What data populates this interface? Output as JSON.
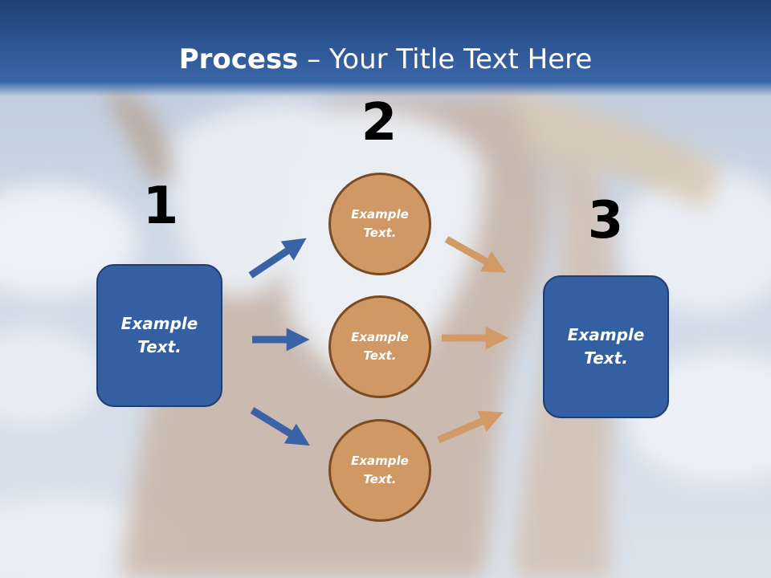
{
  "title": {
    "bold": "Process",
    "rest": " – Your Title Text Here"
  },
  "numbers": [
    "1",
    "2",
    "3"
  ],
  "left_box": {
    "text": "Example Text."
  },
  "circles": [
    {
      "text": "Example Text."
    },
    {
      "text": "Example Text."
    },
    {
      "text": "Example Text."
    }
  ],
  "right_box": {
    "text": "Example Text."
  },
  "colors": {
    "title_bar": "#2c5695",
    "box_fill": "#355fa3",
    "box_border": "#1f3d6e",
    "circle_fill": "#cf9864",
    "circle_border": "#7a4a22",
    "blue_arrow": "#3a62a6",
    "tan_arrow": "#d19a66"
  },
  "background": "photo-of-woman-in-white-bikini-against-cloudy-sky"
}
